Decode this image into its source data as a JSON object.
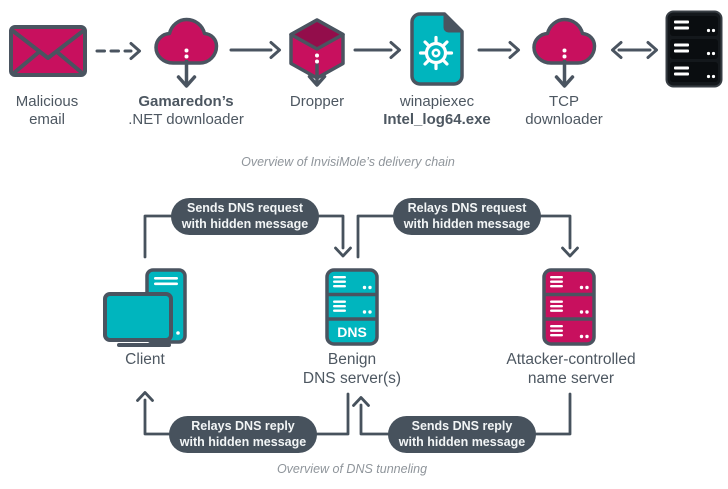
{
  "colors": {
    "teal": "#00B5BE",
    "crimson": "#C8105E",
    "crimson_dark": "#930D4B",
    "slate": "#4A5460",
    "pill_bg": "#47525D",
    "server_black": "#14181C",
    "caption_gray": "#8F959B"
  },
  "delivery_chain": {
    "caption": "Overview of InvisiMole’s delivery chain",
    "nodes": [
      {
        "id": "malicious-email",
        "icon": "envelope-icon",
        "line1": "Malicious",
        "line2": "email"
      },
      {
        "id": "gamaredon-net-downloader",
        "icon": "cloud-download-icon",
        "line1": "Gamaredon’s",
        "line2": ".NET downloader"
      },
      {
        "id": "dropper",
        "icon": "cube-download-icon",
        "line1": "Dropper",
        "line2": ""
      },
      {
        "id": "winapiexec",
        "icon": "file-gear-icon",
        "line1": "winapiexec",
        "line2": "Intel_log64.exe"
      },
      {
        "id": "tcp-downloader",
        "icon": "cloud-download-icon",
        "line1": "TCP",
        "line2": "downloader"
      },
      {
        "id": "cc-server",
        "icon": "server-rack-icon",
        "line1": "",
        "line2": ""
      }
    ]
  },
  "dns_tunneling": {
    "caption": "Overview of DNS tunneling",
    "client_label": "Client",
    "dns_server_label1": "Benign",
    "dns_server_label2": "DNS server(s)",
    "dns_badge": "DNS",
    "attacker_label1": "Attacker-controlled",
    "attacker_label2": "name server",
    "messages": {
      "send_request": {
        "line1": "Sends DNS request",
        "line2": "with hidden message"
      },
      "relay_request": {
        "line1": "Relays DNS request",
        "line2": "with hidden message"
      },
      "relay_reply": {
        "line1": "Relays DNS reply",
        "line2": "with hidden message"
      },
      "send_reply": {
        "line1": "Sends DNS reply",
        "line2": "with hidden message"
      }
    }
  }
}
